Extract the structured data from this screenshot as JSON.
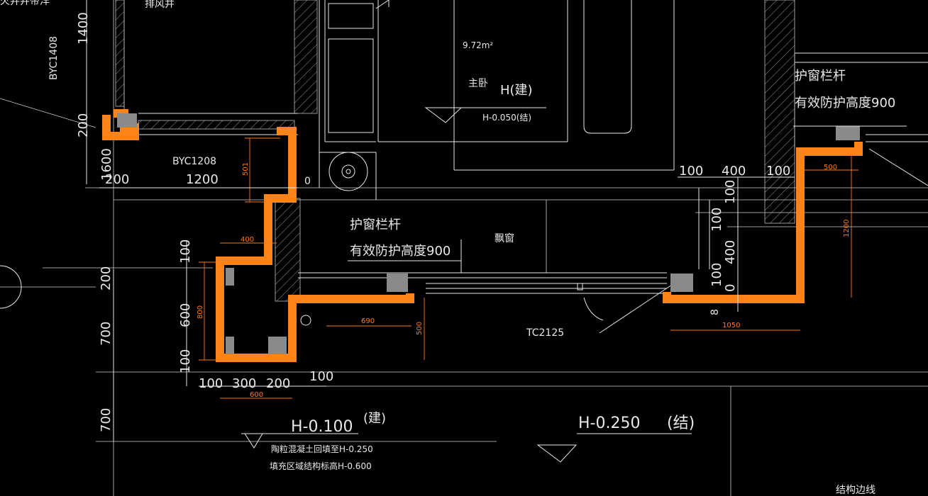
{
  "drawing": {
    "room_area": "9.72m²",
    "room_name": "主卧",
    "level_arch_tag": "H(建)",
    "level_struct_tag": "H-0.050(结)",
    "exhaust_shaft": "排风井",
    "top_left_fragment": "火井井帝洋",
    "bay_window": "飘窗",
    "window_code_byc1408": "BYC1408",
    "window_code_byc1208": "BYC1208",
    "window_code_tc2125": "TC2125",
    "guardrail_left_1": "护窗栏杆",
    "guardrail_left_2": "有效防护高度900",
    "guardrail_right_1": "护窗栏杆",
    "guardrail_right_2": "有效防护高度900",
    "level_h_0100": "H-0.100",
    "level_h_0100_suffix": "(建)",
    "level_h_0250": "H-0.250",
    "level_h_0250_suffix": "(结)",
    "note_fill_1": "陶粒混凝土回填至H-0.250",
    "note_fill_2": "填充区域结构标高H-0.600",
    "struct_edge": "结构边线"
  },
  "dimensions": {
    "left_col": [
      "1400",
      "200",
      "1600"
    ],
    "bottom_left_col": [
      "200",
      "700",
      "700"
    ],
    "row_200_1200": [
      "200",
      "1200"
    ],
    "bay_left_col": [
      "100",
      "600",
      "100"
    ],
    "bay_bottom_row": [
      "100",
      "300",
      "200",
      "100"
    ],
    "right_top_row": [
      "100",
      "400",
      "100"
    ],
    "right_col": [
      "100",
      "100",
      "400",
      "100",
      "0",
      "8"
    ],
    "small_0": "0",
    "orange": {
      "d501": "501",
      "d400": "400",
      "d800": "800",
      "d690": "690",
      "d500a": "500",
      "d600": "600",
      "d500b": "500",
      "d1200": "1200",
      "d1050": "1050"
    }
  },
  "colors": {
    "background": "#000000",
    "linework": "#e8e8e8",
    "wall_highlight": "#ff8418",
    "dimension": "#ff7a12",
    "column_fill": "#8a8a8a"
  }
}
